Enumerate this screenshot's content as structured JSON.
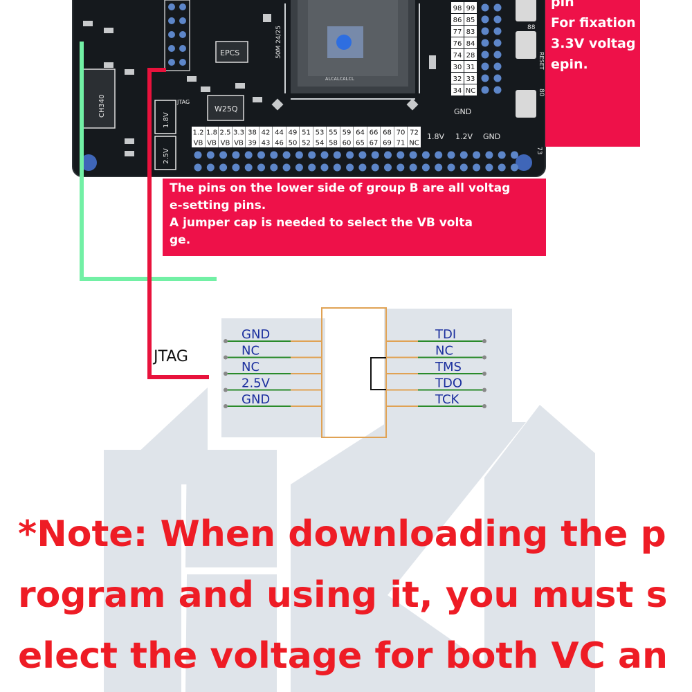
{
  "colors": {
    "pcb": "#15191d",
    "callout": "#ee1149",
    "note_text": "#ee1c25",
    "wire_red": "#e8123c",
    "wire_green": "#72f0a5",
    "connector_outline": "#e0a254",
    "pin_text": "#1b2f9e",
    "pin_line": "#2a8a2a",
    "watermark": "#dce2e8"
  },
  "board": {
    "chips": [
      "CH340",
      "W25Q",
      "EPCS"
    ],
    "labels": [
      "1.8V",
      "2.5V",
      "JTAG",
      "RESET",
      "50M 24/25",
      "GND",
      "1.8V",
      "1.2V",
      "GND"
    ],
    "header_top_rows": [
      [
        "1.2",
        "1.8",
        "2.5",
        "3.3",
        "38",
        "42",
        "44",
        "49",
        "51",
        "53",
        "55",
        "59",
        "64",
        "66",
        "68",
        "70",
        "72"
      ],
      [
        "VB",
        "VB",
        "VB",
        "VB",
        "39",
        "43",
        "46",
        "50",
        "52",
        "54",
        "58",
        "60",
        "65",
        "67",
        "69",
        "71",
        "NC"
      ]
    ],
    "right_header": [
      [
        "98",
        "99"
      ],
      [
        "86",
        "85"
      ],
      [
        "77",
        "83"
      ],
      [
        "76",
        "84"
      ],
      [
        "74",
        "28"
      ],
      [
        "30",
        "31"
      ],
      [
        "32",
        "33"
      ],
      [
        "34",
        "NC"
      ]
    ],
    "side_numbers": [
      "88",
      "80",
      "73"
    ]
  },
  "callouts": {
    "right": [
      "pin",
      "For fixation",
      "3.3V voltag",
      "epin."
    ],
    "lower": [
      "The pins on the lower side of group B are all voltag",
      "e-setting pins.",
      "A jumper cap is needed to select the VB volta",
      "ge."
    ]
  },
  "jtag": {
    "label": "JTAG",
    "left_pins": [
      "GND",
      "NC",
      "NC",
      "2.5V",
      "GND"
    ],
    "right_pins": [
      "TDI",
      "NC",
      "TMS",
      "TDO",
      "TCK"
    ]
  },
  "note": {
    "lines": [
      "*Note: When downloading the p",
      "rogram and using it, you must s",
      "elect the voltage for both VC an"
    ]
  }
}
